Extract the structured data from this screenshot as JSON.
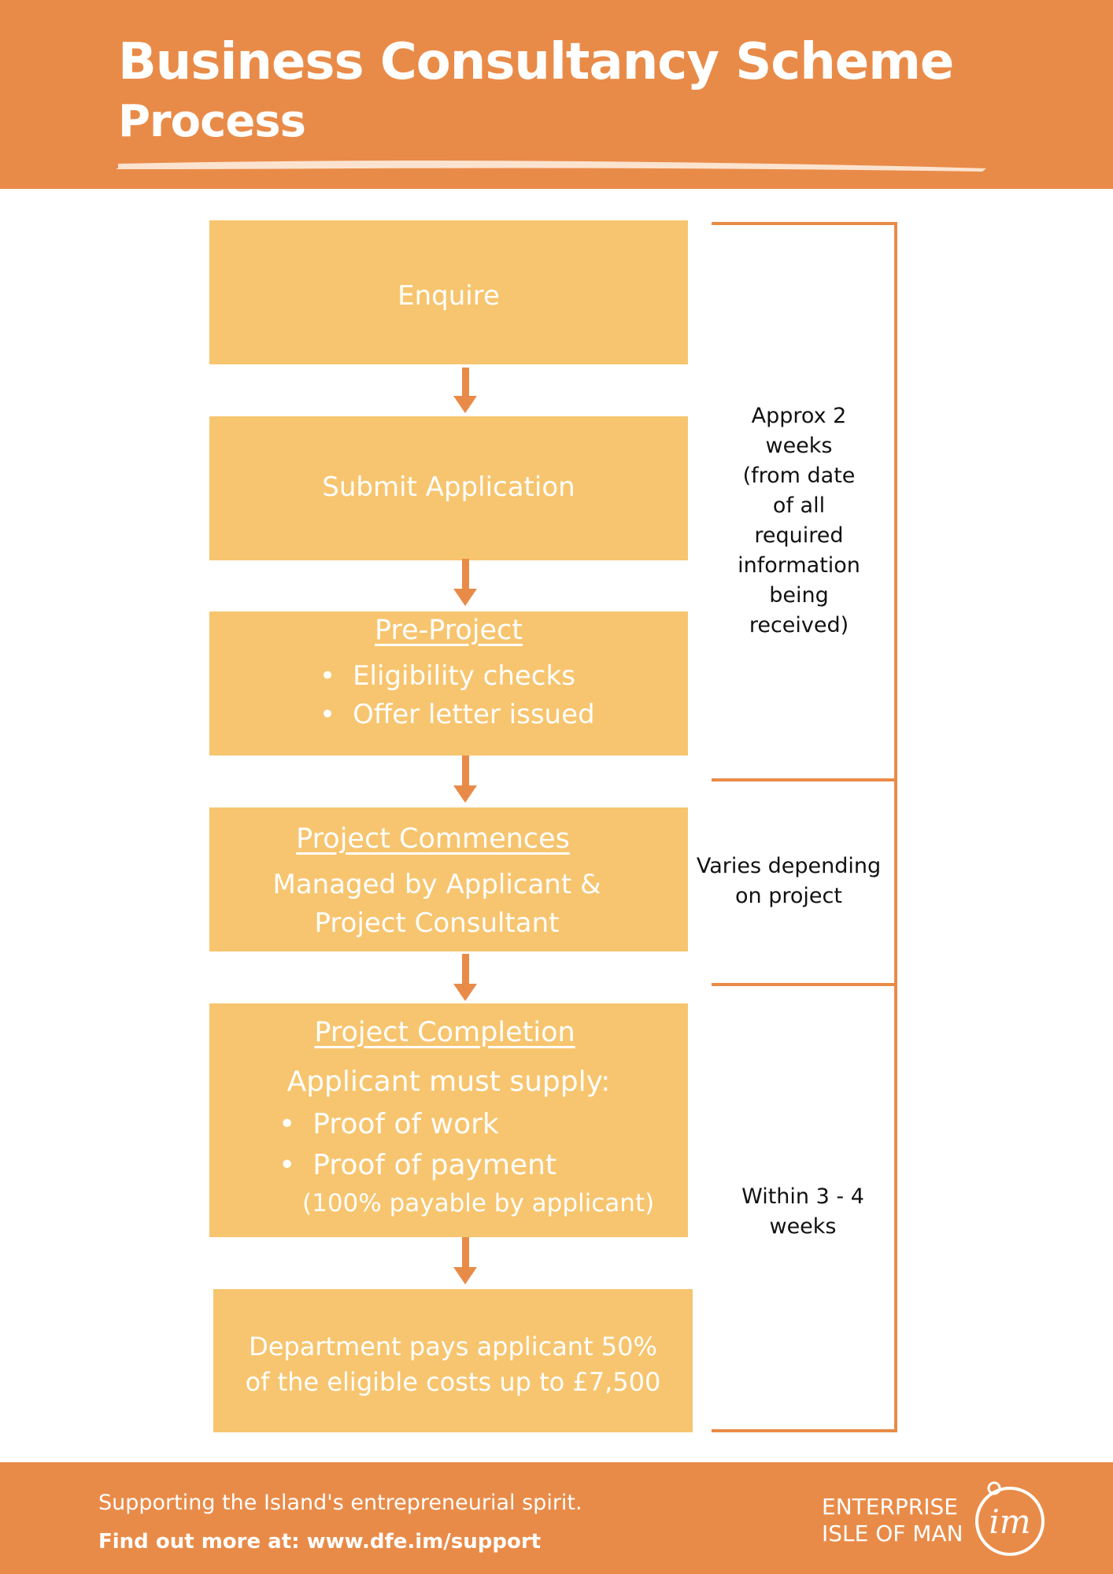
{
  "header": {
    "title_line1": "Business Consultancy Scheme",
    "title_line2": "Process"
  },
  "steps": {
    "enquire": "Enquire",
    "submit": "Submit Application",
    "pre_project": {
      "title": "Pre-Project",
      "items": [
        "Eligibility checks",
        "Offer letter issued"
      ]
    },
    "commences": {
      "title": "Project Commences",
      "lines": [
        "Managed by Applicant &",
        "Project Consultant"
      ]
    },
    "completion": {
      "title": "Project Completion",
      "subtitle": "Applicant must supply:",
      "items": [
        "Proof of work",
        "Proof of payment"
      ],
      "note": "(100% payable by applicant)"
    },
    "payment": {
      "lines": [
        "Department pays applicant 50%",
        "of the eligible costs up to £7,500"
      ]
    }
  },
  "timeframes": {
    "first": [
      "Approx 2",
      "weeks",
      "(from date",
      "of all",
      "required",
      "information",
      "being",
      "received)"
    ],
    "second": [
      "Varies depending",
      "on project"
    ],
    "third": [
      "Within 3 - 4",
      "weeks"
    ]
  },
  "footer": {
    "tagline": "Supporting the Island's entrepreneurial spirit.",
    "find_out": "Find out more at: www.dfe.im/support",
    "logo_line1": "ENTERPRISE",
    "logo_line2": "ISLE OF MAN",
    "logo_mark": "im"
  },
  "colors": {
    "accent": "#E98B48",
    "box": "#F7C56F",
    "text_on_box": "#FFFFFF"
  }
}
